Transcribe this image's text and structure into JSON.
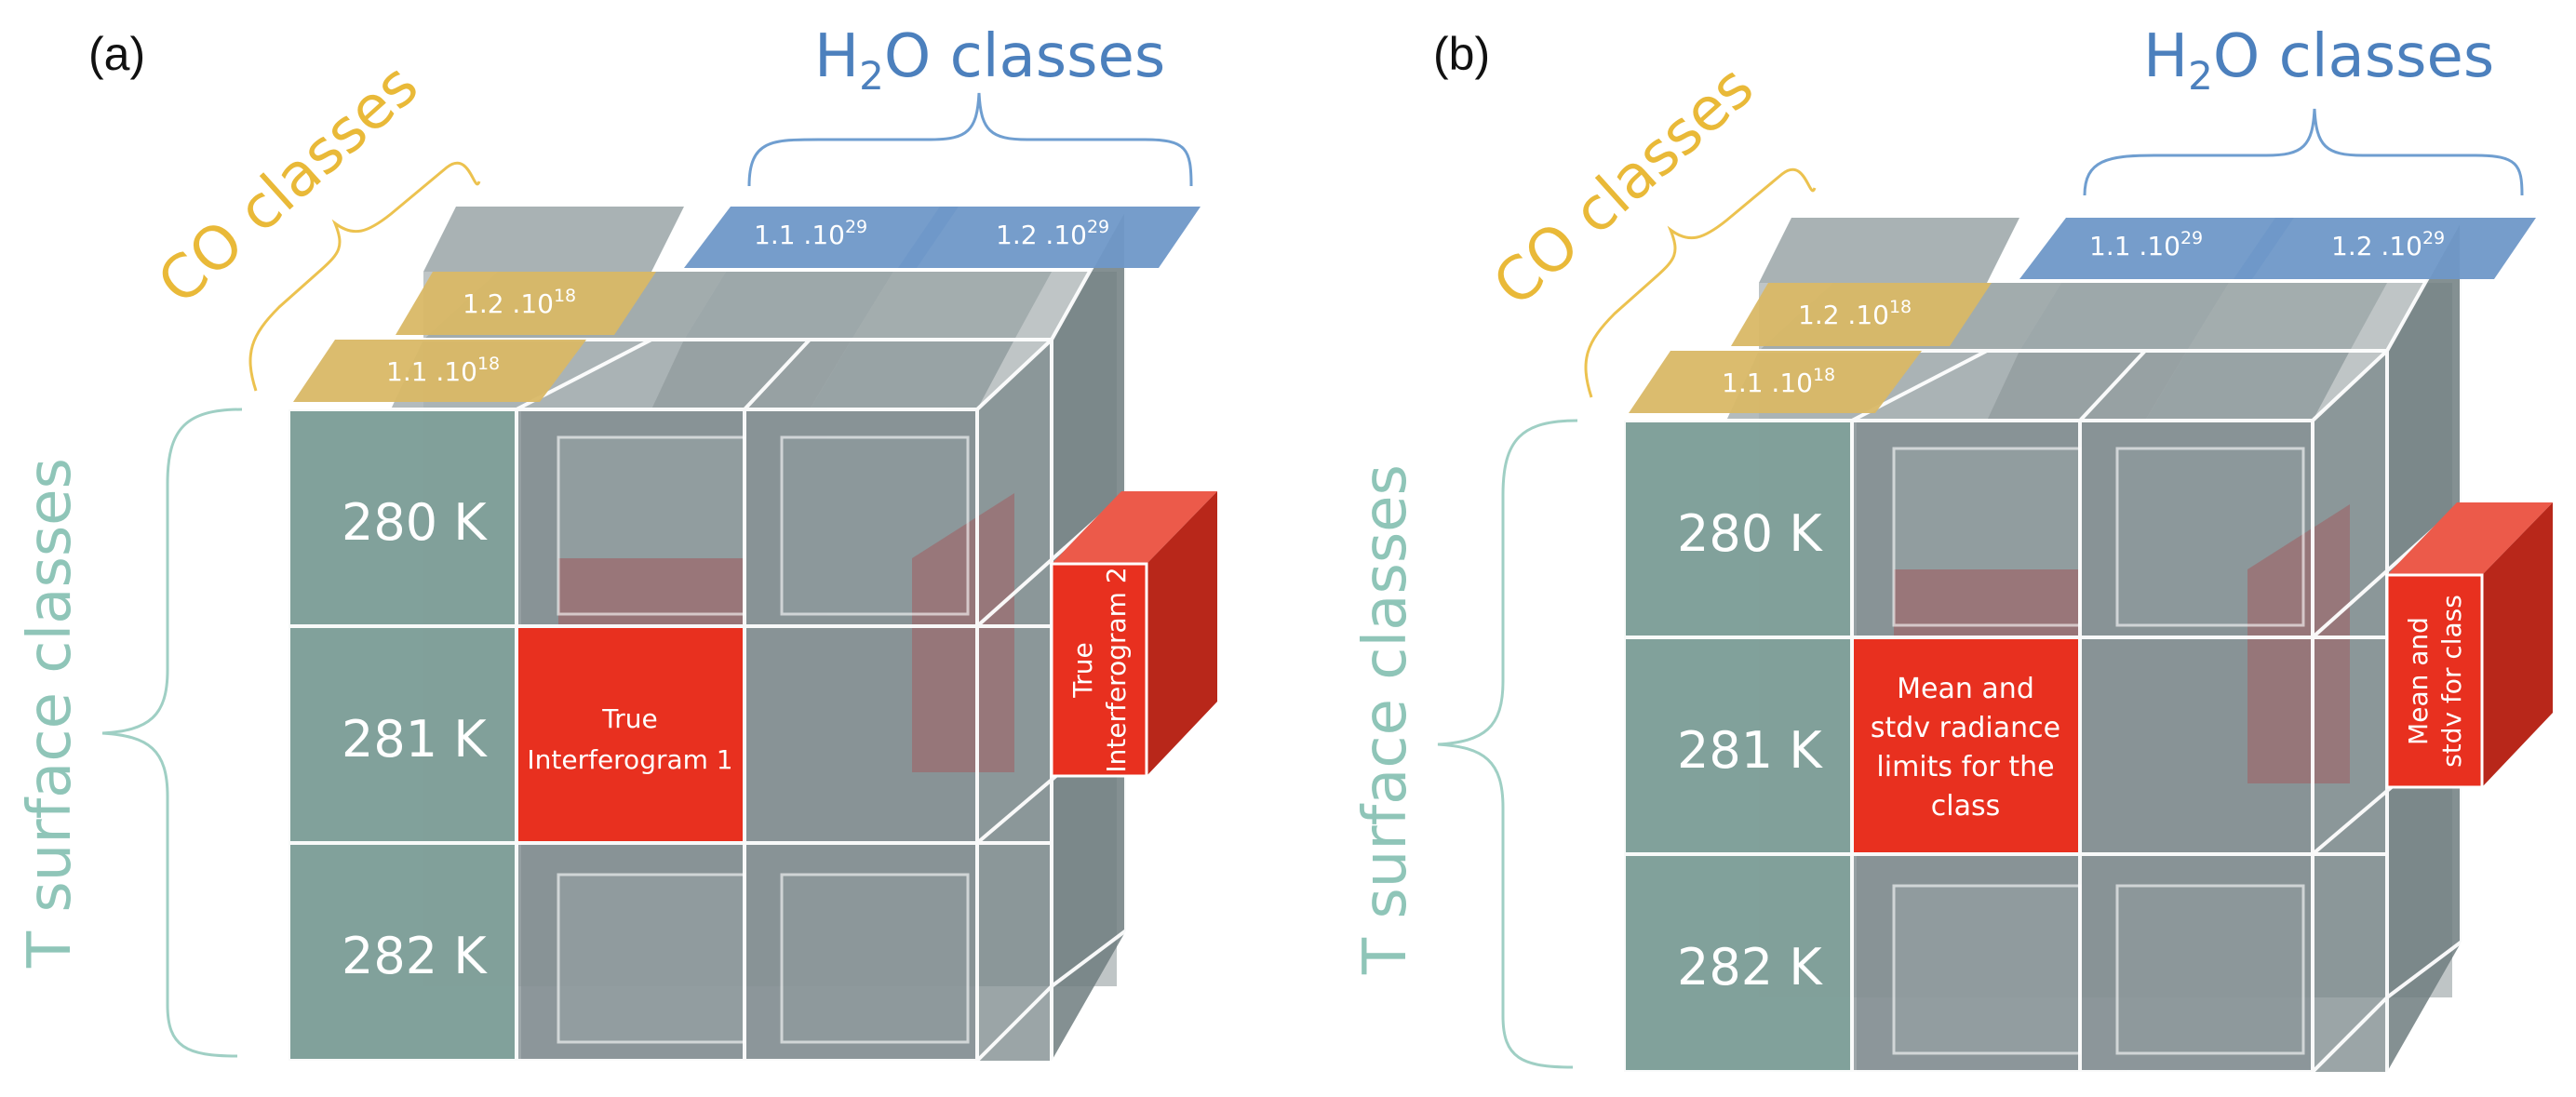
{
  "panels": [
    {
      "letter": "(a)",
      "h2o_title": {
        "prefix": "H",
        "sub": "2",
        "suffix": "O classes"
      },
      "co_title": "CO classes",
      "t_title": "T surface classes",
      "temps": [
        "280 K",
        "281 K",
        "282 K"
      ],
      "co_tags": [
        {
          "base": "1.1 .10",
          "exp": "18"
        },
        {
          "base": "1.2 .10",
          "exp": "18"
        }
      ],
      "h2o_tags": [
        {
          "base": "1.1 .10",
          "exp": "29"
        },
        {
          "base": "1.2 .10",
          "exp": "29"
        }
      ],
      "front_red_lines": [
        "True",
        "Interferogram 1"
      ],
      "side_red_lines": [
        "True",
        "Interferogram 2"
      ]
    },
    {
      "letter": "(b)",
      "h2o_title": {
        "prefix": "H",
        "sub": "2",
        "suffix": "O classes"
      },
      "co_title": "CO classes",
      "t_title": "T surface classes",
      "temps": [
        "280 K",
        "281 K",
        "282 K"
      ],
      "co_tags": [
        {
          "base": "1.1 .10",
          "exp": "18"
        },
        {
          "base": "1.2 .10",
          "exp": "18"
        }
      ],
      "h2o_tags": [
        {
          "base": "1.1 .10",
          "exp": "29"
        },
        {
          "base": "1.2 .10",
          "exp": "29"
        }
      ],
      "front_red_lines": [
        "Mean and",
        "stdv  radiance",
        "limits for the",
        "class"
      ],
      "side_red_lines": [
        "Mean and",
        "stdv for class"
      ]
    }
  ],
  "colors": {
    "h2o": "#4c80bd",
    "co": "#e9b938",
    "t_surface": "#8fc5b8",
    "red": "#e8301f",
    "cube_grey": "#8e9ba0"
  }
}
